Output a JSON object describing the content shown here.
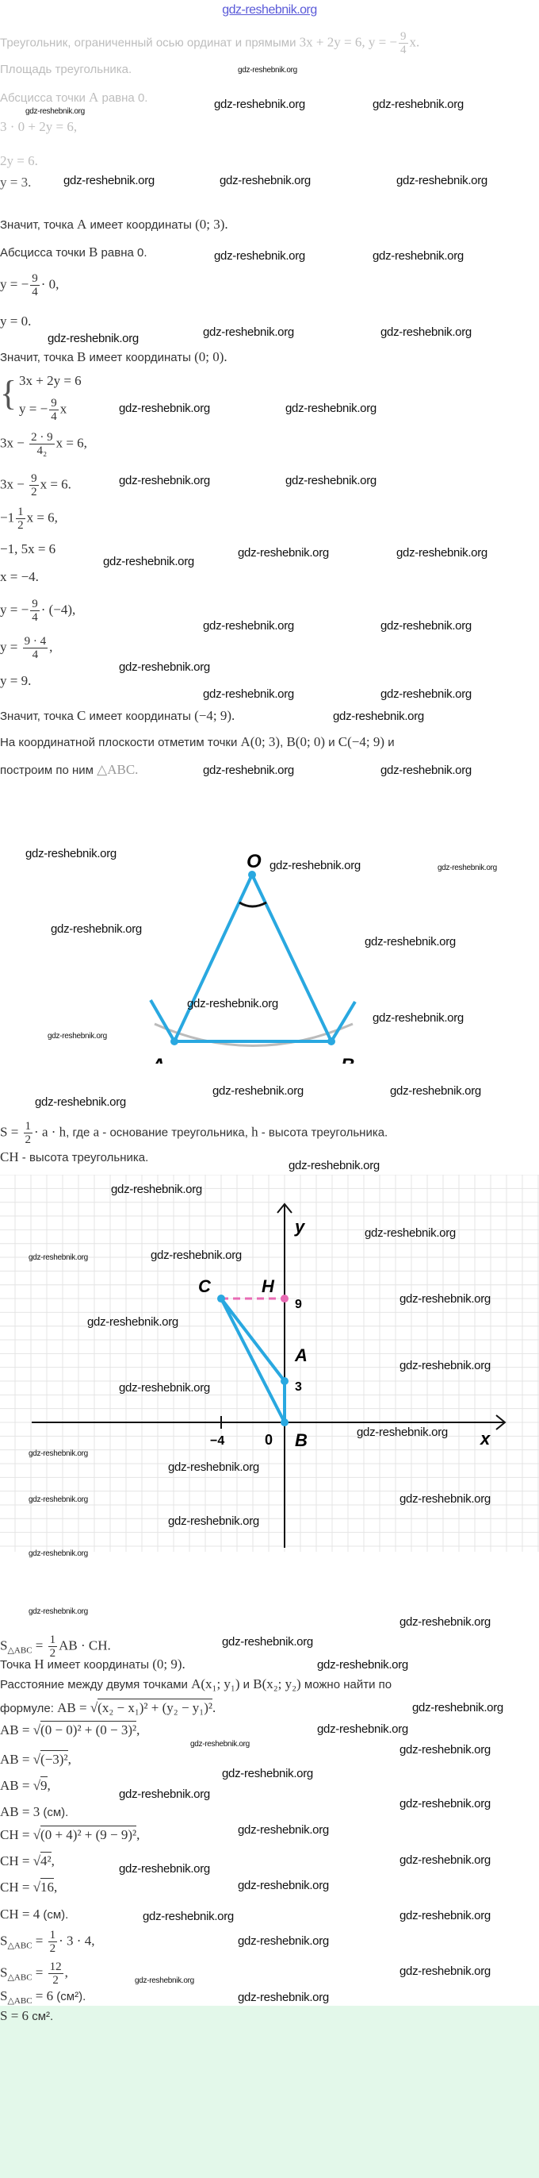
{
  "header": {
    "site_title": "gdz-reshebnik.org"
  },
  "watermark": "gdz-reshebnik.org",
  "problem": {
    "statement_text": "Треугольник, ограниченный осью ординат и прямыми ",
    "statement_math": "3x + 2y = 6, y = −",
    "statement_frac": {
      "n": "9",
      "d": "4"
    },
    "statement_end": "x.",
    "question": "Площадь треугольника."
  },
  "steps": {
    "a_abscissa_text": "Абсцисса точки ",
    "a_var": "A",
    "a_abscissa_end": " равна 0.",
    "a_eq1": "3 · 0 + 2y = 6,",
    "a_eq2": "2y = 6.",
    "a_eq3": "y = 3.",
    "a_conclusion_text": "Значит, точка ",
    "a_conclusion_mid": " имеет координаты ",
    "a_coords": "(0;  3).",
    "b_abscissa_text": "Абсцисса точки ",
    "b_var": "B",
    "b_abscissa_end": " равна 0.",
    "b_eq1_pre": "y = −",
    "b_eq1_frac": {
      "n": "9",
      "d": "4"
    },
    "b_eq1_post": "· 0,",
    "b_eq2": "y = 0.",
    "b_conclusion_text": "Значит, точка ",
    "b_conclusion_mid": " имеет координаты ",
    "b_coords": "(0;  0).",
    "system_brace": "{",
    "system_eq1": "3x + 2y = 6",
    "system_eq2_pre": "y = −",
    "system_eq2_frac": {
      "n": "9",
      "d": "4"
    },
    "system_eq2_post": "x",
    "c_eq1_pre": "3x − ",
    "c_eq1_frac": {
      "n": "2 · 9",
      "d": "4₂"
    },
    "c_eq1_post": "x = 6,",
    "c_eq2_pre": "3x − ",
    "c_eq2_frac": {
      "n": "9",
      "d": "2"
    },
    "c_eq2_post": "x = 6.",
    "c_eq3_pre": "−1",
    "c_eq3_frac": {
      "n": "1",
      "d": "2"
    },
    "c_eq3_post": "x = 6,",
    "c_eq4": "−1, 5x = 6",
    "c_eq5": "x = −4.",
    "c_eq6_pre": "y = −",
    "c_eq6_frac": {
      "n": "9",
      "d": "4"
    },
    "c_eq6_post": "· (−4),",
    "c_eq7_pre": "y = ",
    "c_eq7_frac": {
      "n": "9 · 4",
      "d": "4"
    },
    "c_eq7_post": ",",
    "c_eq8": "y = 9.",
    "c_conclusion_text": "Значит, точка ",
    "c_var": "C",
    "c_conclusion_mid": " имеет координаты ",
    "c_coords": "(−4;  9).",
    "plot_text1": "На координатной плоскости отметим точки ",
    "plot_a": "A(0;  3)",
    "plot_sep1": ", ",
    "plot_b": "B(0;  0)",
    "plot_and": " и ",
    "plot_c": "C(−4;  9)",
    "plot_end": " и",
    "plot_text2": "построим по ним ",
    "plot_triangle": "△ABC."
  },
  "diagram_isosceles": {
    "label_o": "O",
    "label_a": "A",
    "label_b": "B"
  },
  "area_formula": {
    "pre": "S = ",
    "frac": {
      "n": "1",
      "d": "2"
    },
    "mid": "· a · h",
    "text": ", где ",
    "var_a": "a",
    "text2": " - основание треугольника, ",
    "var_h": "h",
    "text3": " - высота треугольника."
  },
  "height_note": {
    "var": "CH",
    "text": " - высота треугольника."
  },
  "coordinate_plot": {
    "axis_x": "x",
    "axis_y": "y",
    "label_c": "C",
    "label_h": "H",
    "label_a": "A",
    "label_b": "B",
    "tick_9": "9",
    "tick_3": "3",
    "tick_neg4": "−4",
    "origin": "0",
    "points": {
      "A": [
        0,
        3
      ],
      "B": [
        0,
        0
      ],
      "C": [
        -4,
        9
      ],
      "H": [
        0,
        9
      ]
    },
    "triangle_color": "#29a8e0",
    "height_color": "#e86bb4"
  },
  "solution": {
    "s_abc_pre": "S",
    "s_abc_sub": "△ABC",
    "s_abc_eq": " = ",
    "s_abc_frac": {
      "n": "1",
      "d": "2"
    },
    "s_abc_post": "AB · CH.",
    "h_text": "Точка ",
    "h_var": "H",
    "h_mid": " имеет координаты ",
    "h_coords": "(0;  9).",
    "dist_text": "Расстояние между двумя точками ",
    "dist_a": "A(x₁;  y₁)",
    "dist_and": " и ",
    "dist_b": "B(x₂;  y₂)",
    "dist_end": " можно найти по",
    "formula_text": "формуле: ",
    "formula_pre": "AB = √",
    "formula_rad": "(x₂ − x₁)² + (y₂ − y₁)²",
    "formula_end": ".",
    "ab1_pre": "AB = √",
    "ab1_rad": "(0 − 0)² + (0 − 3)²",
    "ab1_end": ",",
    "ab2_pre": "AB = √",
    "ab2_rad": "(−3)²",
    "ab2_end": ",",
    "ab3_pre": "AB = √",
    "ab3_rad": "9",
    "ab3_end": ",",
    "ab4": "AB = 3",
    "ab4_unit": " (см).",
    "ch1_pre": "CH = √",
    "ch1_rad": "(0 + 4)² + (9 − 9)²",
    "ch1_end": ",",
    "ch2_pre": "CH = √",
    "ch2_rad": "4²",
    "ch2_end": ",",
    "ch3_pre": "CH = √",
    "ch3_rad": "16",
    "ch3_end": ",",
    "ch4": "CH = 4",
    "ch4_unit": " (см).",
    "s1_pre": "S",
    "s1_sub": "△ABC",
    "s1_eq": " = ",
    "s1_frac": {
      "n": "1",
      "d": "2"
    },
    "s1_post": "· 3 · 4,",
    "s2_pre": "S",
    "s2_sub": "△ABC",
    "s2_eq": " = ",
    "s2_frac": {
      "n": "12",
      "d": "2"
    },
    "s2_post": ",",
    "s3_pre": "S",
    "s3_sub": "△ABC",
    "s3_eq": " = 6",
    "s3_unit": " (см²)."
  },
  "answer": {
    "math": "S = 6",
    "unit": " см²."
  }
}
